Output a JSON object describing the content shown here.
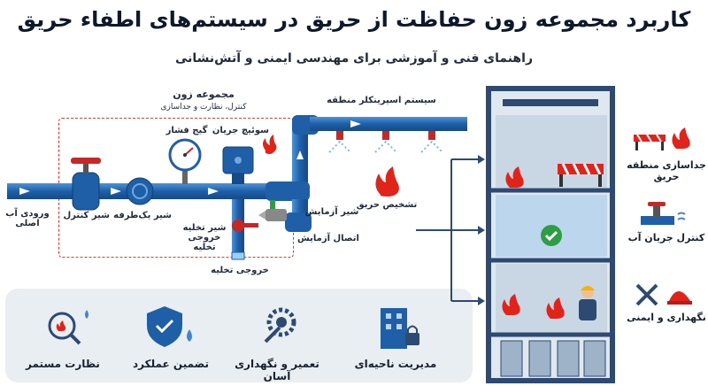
{
  "header": {
    "title": "کاربرد مجموعه زون حفاظت از حریق در سیستم‌های اطفاء حریق",
    "subtitle": "راهنمای فنی و آموزشی برای مهندسی ایمنی و آتش‌نشانی"
  },
  "zone": {
    "title": "مجموعه زون",
    "subtitle": "کنترل، نظارت و جداسازی"
  },
  "components": {
    "main_inlet": "ورودی آب اصلی",
    "control_valve": "شیر کنترل",
    "check_valve": "شیر یک‌طرفه",
    "pressure_gauge": "گیج فشار",
    "flow_switch": "سوئیچ جریان",
    "drain_valve": "شیر تخلیه خروجی تخلیه",
    "drain_outlet": "خروجی تخلیه",
    "test_valve": "شیر آزمایش",
    "test_connection": "اتصال آزمایش",
    "sprinkler_system": "سیستم اسپرینکلر منطقه",
    "fire_detection": "تشخیص حریق"
  },
  "side_features": [
    {
      "label": "جداسازی منطقه حریق",
      "icon": "barrier-fire-icon"
    },
    {
      "label": "کنترل جریان آب",
      "icon": "valve-water-icon"
    },
    {
      "label": "نگهداری و ایمنی",
      "icon": "tools-helmet-icon"
    }
  ],
  "bottom_features": [
    {
      "label": "نظارت مستمر",
      "icon": "monitor-search-icon"
    },
    {
      "label": "تضمین عملکرد",
      "icon": "shield-check-icon"
    },
    {
      "label": "تعمیر و نگهداری آسان",
      "icon": "gear-wrench-icon"
    },
    {
      "label": "مدیریت ناحیه‌ای",
      "icon": "building-lock-icon"
    }
  ],
  "colors": {
    "pipe": "#1e5fa8",
    "pipe_light": "#3f86cf",
    "fire": "#e2231a",
    "valve_red": "#c62828",
    "building_frame": "#2d4a73",
    "ok_green": "#2e9e44",
    "dash_red": "#d93a3a"
  }
}
